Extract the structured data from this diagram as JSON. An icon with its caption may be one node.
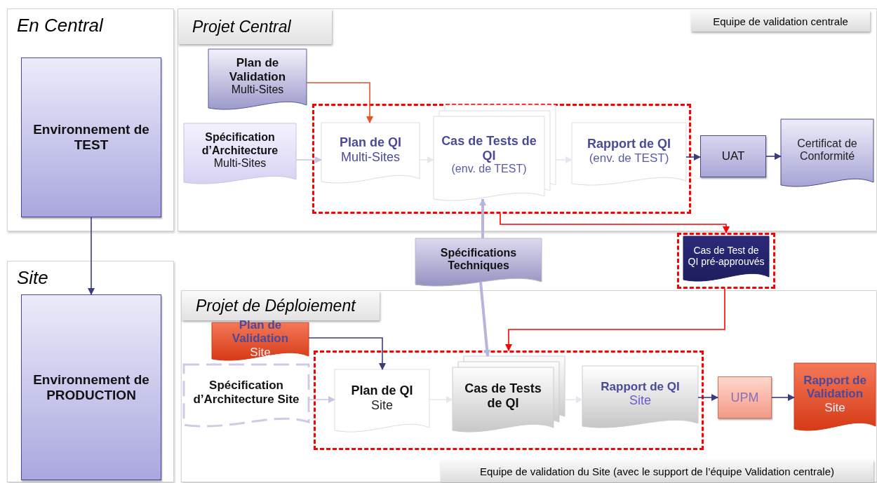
{
  "diagram": {
    "nodes": [
      {
        "text": [
          "En Central"
        ]
      },
      {
        "text": [
          "Environnement de TEST"
        ],
        "in": 0
      },
      {
        "text": [
          "Site"
        ]
      },
      {
        "text": [
          "Environnement de PRODUCTION"
        ],
        "in": 2
      },
      {
        "text": [
          "Projet Central"
        ]
      },
      {
        "text": [
          "Plan de Validation",
          "Multi-Sites"
        ],
        "in": 4
      },
      {
        "text": [
          "Spécification d’Architecture",
          "Multi-Sites"
        ],
        "in": 4
      },
      {
        "text": [],
        "shape": "box",
        "in": 4
      },
      {
        "text": [
          "Plan de QI",
          "Multi-Sites"
        ],
        "in": 7
      },
      {
        "text": [
          "Cas de Tests de QI",
          "(env. de TEST)"
        ],
        "in": 7
      },
      {
        "text": [
          "Rapport de QI",
          "(env. de TEST)"
        ],
        "in": 7
      },
      {
        "text": [
          "UAT"
        ],
        "in": 4
      },
      {
        "text": [
          "Certificat de Conformité"
        ],
        "in": 4
      },
      {
        "text": [
          "Spécifications Techniques"
        ]
      },
      {
        "text": [],
        "shape": "box"
      },
      {
        "text": [
          "Cas de Test de QI pré-approuvés"
        ],
        "in": 14
      },
      {
        "text": [
          "Projet de Déploiement"
        ]
      },
      {
        "text": [
          "Plan de Validation",
          "Site"
        ],
        "in": 16
      },
      {
        "text": [
          "Spécification d’Architecture Site"
        ],
        "in": 16
      },
      {
        "text": [],
        "shape": "box",
        "in": 16
      },
      {
        "text": [
          "Plan de QI",
          "Site"
        ],
        "in": 19
      },
      {
        "text": [
          "Cas de Tests de QI"
        ],
        "in": 19
      },
      {
        "text": [
          "Rapport de QI",
          "Site"
        ],
        "in": 19
      },
      {
        "text": [
          "UPM"
        ],
        "in": 16
      },
      {
        "text": [
          "Rapport de Validation",
          "Site"
        ],
        "in": 16
      }
    ],
    "edges": [
      {
        "from": 1,
        "to": 3,
        "arrow": "to"
      },
      {
        "from": 5,
        "to": 8,
        "arrow": "to",
        "color": "#e8502a"
      },
      {
        "from": 6,
        "to": 8,
        "arrow": "to",
        "color": "#c8c4e4"
      },
      {
        "from": 8,
        "to": 9,
        "arrow": "to",
        "color": "#e6e6ee"
      },
      {
        "from": 9,
        "to": 10,
        "arrow": "to",
        "color": "#e6e6ee"
      },
      {
        "from": 10,
        "to": 11,
        "arrow": "to"
      },
      {
        "from": 11,
        "to": 12,
        "arrow": "to"
      },
      {
        "from": 7,
        "to": 14,
        "arrow": "to",
        "color": "#ff0000"
      },
      {
        "from": 14,
        "to": 19,
        "arrow": "to",
        "color": "#ff0000"
      },
      {
        "from": 13,
        "to": 9,
        "arrow": "to",
        "style": "thick",
        "color": "#b8b4dc"
      },
      {
        "from": 13,
        "to": 21,
        "arrow": "to",
        "style": "thick",
        "color": "#b8b4dc"
      },
      {
        "from": 17,
        "to": 20,
        "arrow": "to"
      },
      {
        "from": 18,
        "to": 20,
        "arrow": "to",
        "color": "#c8c4e4"
      },
      {
        "from": 20,
        "to": 21,
        "arrow": "to",
        "color": "#e6e6ee"
      },
      {
        "from": 21,
        "to": 22,
        "arrow": "to",
        "color": "#e6e6ee"
      },
      {
        "from": 22,
        "to": 23,
        "arrow": "to"
      },
      {
        "from": 23,
        "to": 24,
        "arrow": "to"
      }
    ],
    "labels": [
      "Equipe de validation centrale",
      "Equipe de validation du Site (avec le support de l’équipe Validation centrale)"
    ]
  }
}
